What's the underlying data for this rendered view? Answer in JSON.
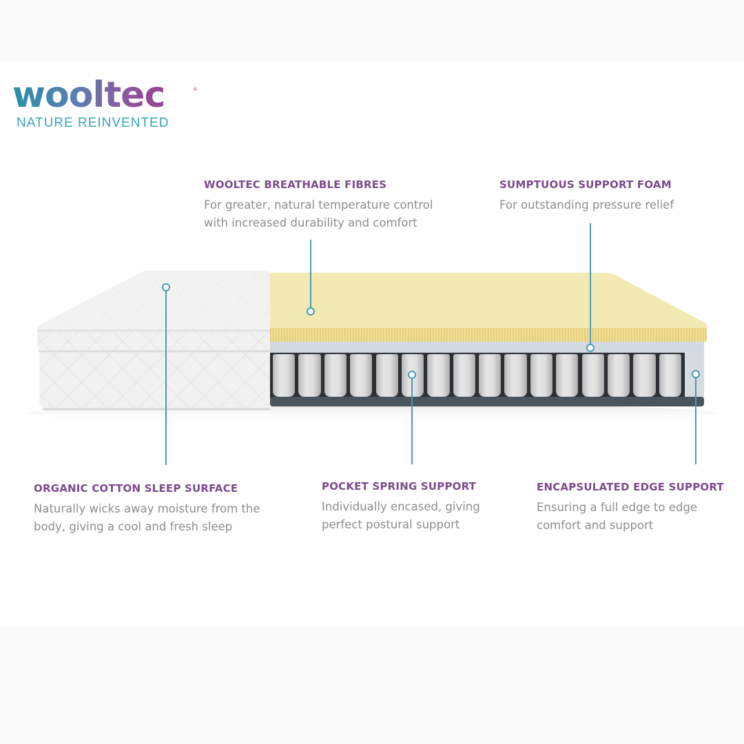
{
  "brand": {
    "name": "wooltec",
    "registered_mark": "®",
    "tagline": "NATURE REINVENTED",
    "colors": {
      "teal": "#2a8ea8",
      "purple": "#9a3f8e",
      "tagline": "#3aa4bb"
    }
  },
  "colors": {
    "label_title": "#7d4a8c",
    "label_desc": "#8d8d8d",
    "leader": "#4a9bb0",
    "foam": "#f3eab0",
    "cover": "#f0f0f0",
    "spring": "#d8d8d8",
    "base": "#4a545c"
  },
  "labels": [
    {
      "id": "fibres",
      "title": "WOOLTEC BREATHABLE FIBRES",
      "desc": [
        "For greater, natural temperature control",
        "with increased durability and comfort"
      ]
    },
    {
      "id": "foam",
      "title": "SUMPTUOUS SUPPORT FOAM",
      "desc": [
        "For outstanding pressure relief"
      ]
    },
    {
      "id": "cotton",
      "title": "ORGANIC COTTON SLEEP SURFACE",
      "desc": [
        "Naturally wicks away moisture from the",
        "body, giving a cool and fresh sleep"
      ]
    },
    {
      "id": "springs",
      "title": "POCKET SPRING SUPPORT",
      "desc": [
        "Individually encased, giving",
        "perfect postural support"
      ]
    },
    {
      "id": "edge",
      "title": "ENCAPSULATED EDGE SUPPORT",
      "desc": [
        "Ensuring a full edge to edge",
        "comfort and support"
      ]
    }
  ],
  "illustration": {
    "spring_count": 16
  }
}
